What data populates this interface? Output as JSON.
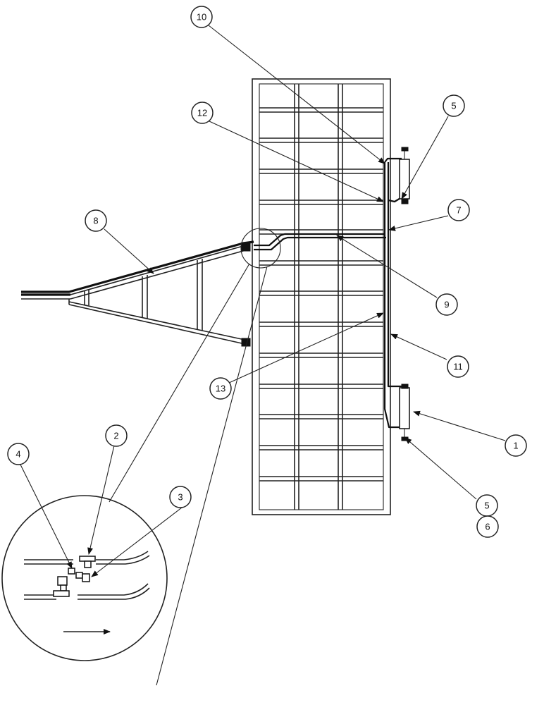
{
  "callouts": {
    "c1": "1",
    "c2": "2",
    "c3": "3",
    "c4": "4",
    "c5_top": "5",
    "c5_bottom": "5",
    "c6": "6",
    "c7": "7",
    "c8": "8",
    "c9": "9",
    "c10": "10",
    "c11": "11",
    "c12": "12",
    "c13": "13"
  }
}
